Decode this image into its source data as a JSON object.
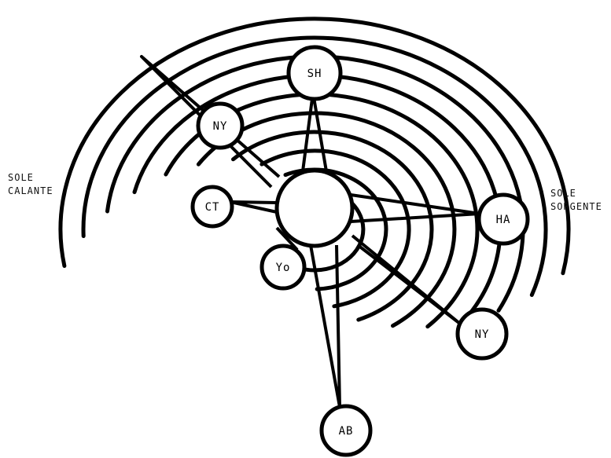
{
  "diagram": {
    "ink_color": "#000000",
    "paper_color": "#ffffff",
    "center_hub": "",
    "nodes": [
      {
        "id": "north",
        "label": "SH"
      },
      {
        "id": "northwest",
        "label": "NY"
      },
      {
        "id": "west",
        "label": "CT"
      },
      {
        "id": "southwest",
        "label": "Yo"
      },
      {
        "id": "east",
        "label": "HA"
      },
      {
        "id": "southeast",
        "label": "NY"
      },
      {
        "id": "south",
        "label": "AB"
      }
    ]
  },
  "side_labels": {
    "west": {
      "line1": "SOLE",
      "line2": "CALANTE"
    },
    "east": {
      "line1": "SOLE",
      "line2": "SORGENTE"
    }
  }
}
